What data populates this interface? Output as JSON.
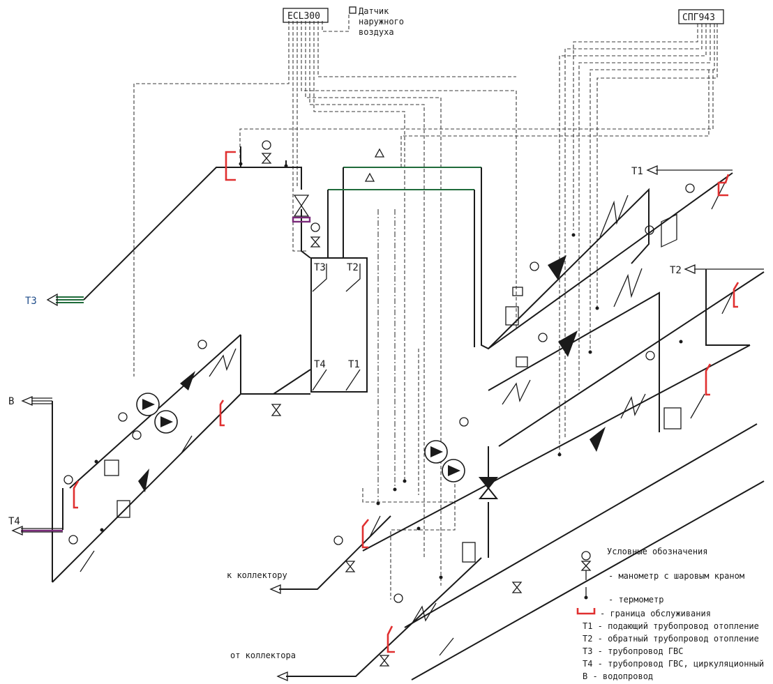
{
  "controllers": {
    "ecl": "ECL300",
    "spg": "СПГ943"
  },
  "sensor": {
    "line1": "Датчик",
    "line2": "наружного",
    "line3": "воздуха"
  },
  "heat_exchanger": {
    "t3": "Т3",
    "t2": "Т2",
    "t4": "Т4",
    "t1": "Т1"
  },
  "pipe_labels": {
    "t3": "Т3",
    "t4": "Т4",
    "v": "В",
    "t1": "Т1",
    "t2": "Т2",
    "to_collector": "к коллектору",
    "from_collector": "от коллектора"
  },
  "legend": {
    "title": "Условные обозначения",
    "gauge": "- манометр с шаровым краном",
    "thermometer": "- термометр",
    "boundary": "- граница обслуживания",
    "items": [
      "Т1 - подающий трубопровод отопление",
      "Т2 - обратный трубопровод отопление",
      "Т3 - трубопровод ГВС",
      "Т4 - трубопровод ГВС, циркуляционный",
      "В - водопровод"
    ]
  },
  "colors": {
    "line": "#1a1a1a",
    "green_pipe": "#1f6b3a",
    "service_boundary": "#e03030",
    "label_blue": "#1f4d8a"
  }
}
